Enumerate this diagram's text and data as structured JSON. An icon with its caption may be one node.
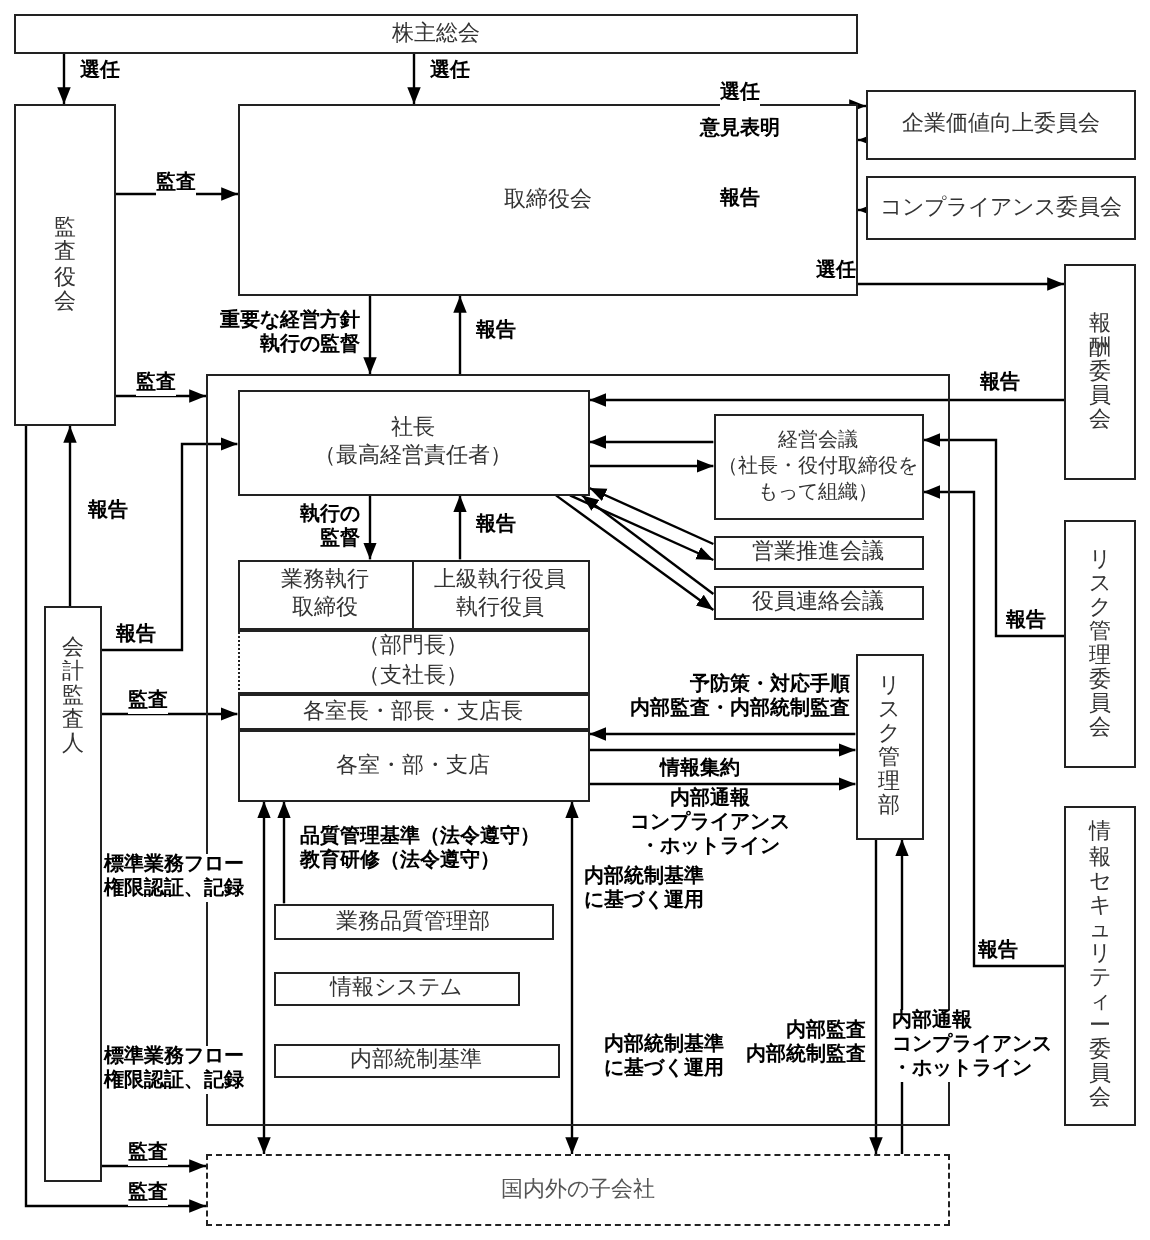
{
  "diagram": {
    "nodes": [
      {
        "text": [
          "株主総会"
        ]
      },
      {
        "text": [
          "監査役会"
        ]
      },
      {
        "text": [
          "取締役会"
        ]
      },
      {
        "text": [
          "企業価値向上委員会"
        ]
      },
      {
        "text": [
          "コンプライアンス委員会"
        ]
      },
      {
        "text": [
          "報酬委員会"
        ]
      },
      {
        "text": [],
        "shape": "box"
      },
      {
        "text": [
          "社長",
          "（最高経営責任者）"
        ],
        "in": 6
      },
      {
        "text": [
          "経営会議",
          "（社長・役付取締役をもって組織）"
        ],
        "in": 6
      },
      {
        "text": [
          "営業推進会議"
        ],
        "in": 6
      },
      {
        "text": [
          "役員連絡会議"
        ],
        "in": 6
      },
      {
        "text": [
          "業務執行取締役"
        ],
        "in": 6
      },
      {
        "text": [
          "上級執行役員",
          "執行役員"
        ],
        "in": 6
      },
      {
        "text": [
          "（部門長）",
          "（支社長）"
        ],
        "in": 6
      },
      {
        "text": [
          "各室長・部長・支店長"
        ],
        "in": 6
      },
      {
        "text": [
          "各室・部・支店"
        ],
        "in": 6
      },
      {
        "text": [
          "リスク管理部"
        ],
        "in": 6
      },
      {
        "text": [
          "リスク管理委員会"
        ]
      },
      {
        "text": [
          "情報セキュリティー委員会"
        ]
      },
      {
        "text": [
          "会計監査人"
        ]
      },
      {
        "text": [
          "業務品質管理部"
        ],
        "in": 6
      },
      {
        "text": [
          "情報システム"
        ],
        "in": 6
      },
      {
        "text": [
          "内部統制基準"
        ],
        "in": 6
      },
      {
        "text": [
          "国内外の子会社"
        ]
      }
    ],
    "edges": [
      {
        "from": 0,
        "to": 1,
        "arrow": "to",
        "label": "選任"
      },
      {
        "from": 0,
        "to": 2,
        "arrow": "to",
        "label": "選任"
      },
      {
        "from": 1,
        "to": 2,
        "arrow": "to",
        "label": "監査"
      },
      {
        "from": 2,
        "to": 3,
        "arrow": "to",
        "label": "選任"
      },
      {
        "from": 3,
        "to": 2,
        "arrow": "to",
        "label": "意見表明"
      },
      {
        "from": 4,
        "to": 2,
        "arrow": "to",
        "label": "報告"
      },
      {
        "from": 2,
        "to": 5,
        "arrow": "to",
        "label": "選任"
      },
      {
        "from": 2,
        "to": 6,
        "arrow": "to",
        "label": "重要な経営方針執行の監督"
      },
      {
        "from": 6,
        "to": 2,
        "arrow": "to",
        "label": "報告"
      },
      {
        "from": 1,
        "to": 6,
        "arrow": "to",
        "label": "監査"
      },
      {
        "from": 5,
        "to": 7,
        "arrow": "to",
        "label": "報告"
      },
      {
        "from": 8,
        "to": 7,
        "arrow": "to"
      },
      {
        "from": 7,
        "to": 8,
        "arrow": "to"
      },
      {
        "from": 9,
        "to": 7,
        "arrow": "to"
      },
      {
        "from": 7,
        "to": 9,
        "arrow": "to"
      },
      {
        "from": 10,
        "to": 7,
        "arrow": "to"
      },
      {
        "from": 7,
        "to": 10,
        "arrow": "to"
      },
      {
        "from": 7,
        "to": 11,
        "arrow": "to",
        "label": "執行の監督"
      },
      {
        "from": 12,
        "to": 7,
        "arrow": "to",
        "label": "報告"
      },
      {
        "from": 19,
        "to": 1,
        "arrow": "to",
        "label": "報告"
      },
      {
        "from": 19,
        "to": 7,
        "arrow": "to",
        "label": "報告"
      },
      {
        "from": 19,
        "to": 14,
        "arrow": "to",
        "label": "監査"
      },
      {
        "from": 16,
        "to": 15,
        "arrow": "to",
        "label": "予防策・対応手順内部監査・内部統制監査"
      },
      {
        "from": 15,
        "to": 16,
        "arrow": "to",
        "label": "情報集約"
      },
      {
        "from": 15,
        "to": 16,
        "arrow": "to",
        "label": "内部通報コンプライアンス・ホットライン"
      },
      {
        "from": 15,
        "to": 23,
        "arrow": "both"
      },
      {
        "from": 20,
        "to": 15,
        "arrow": "to",
        "label": "品質管理基準（法令遵守）教育研修（法令遵守）"
      },
      {
        "from": 15,
        "to": 23,
        "arrow": "both"
      },
      {
        "from": 16,
        "to": 23,
        "arrow": "to",
        "label": "内部監査内部統制監査"
      },
      {
        "from": 23,
        "to": 16,
        "arrow": "to",
        "label": "内部通報コンプライアンス・ホットライン"
      },
      {
        "from": 19,
        "to": 23,
        "arrow": "to",
        "label": "監査"
      },
      {
        "from": 1,
        "to": 23,
        "arrow": "to",
        "label": "監査"
      },
      {
        "from": 17,
        "to": 8,
        "arrow": "to",
        "label": "報告"
      },
      {
        "from": 18,
        "to": 8,
        "arrow": "to",
        "label": "報告"
      }
    ],
    "labels": [
      "標準業務フロー",
      "権限認証、記録",
      "内部統制基準に基づく運用",
      "標準業務フロー",
      "権限認証、記録",
      "内部統制基準に基づく運用"
    ]
  }
}
